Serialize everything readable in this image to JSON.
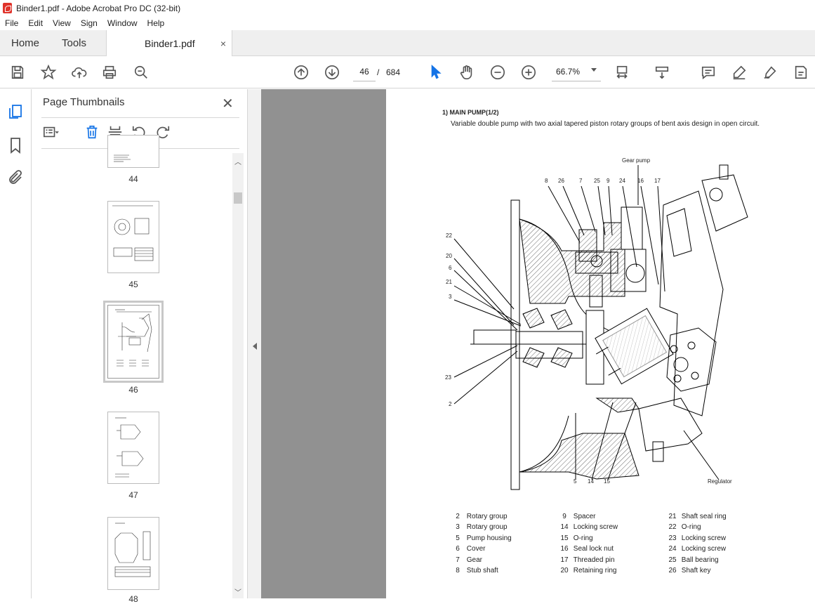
{
  "window": {
    "title": "Binder1.pdf - Adobe Acrobat Pro DC (32-bit)"
  },
  "menu": [
    "File",
    "Edit",
    "View",
    "Sign",
    "Window",
    "Help"
  ],
  "tabs": {
    "home": "Home",
    "tools": "Tools",
    "file": "Binder1.pdf",
    "close": "×"
  },
  "toolbar": {
    "page_current": "46",
    "page_sep": "/",
    "page_total": "684",
    "zoom": "66.7%"
  },
  "thumbnails": {
    "title": "Page Thumbnails",
    "close": "✕",
    "pages": [
      "44",
      "45",
      "46",
      "47",
      "48"
    ],
    "selected": "46"
  },
  "document": {
    "heading": "1)  MAIN PUMP(1/2)",
    "subtitle": "Variable double pump with two axial tapered piston rotary groups of bent axis design in open circuit.",
    "drawing_labels": {
      "gear_pump": "Gear pump",
      "regulator": "Regulator",
      "top": [
        "8",
        "26",
        "7",
        "25",
        "9",
        "24",
        "16",
        "17"
      ],
      "left": [
        "22",
        "20",
        "6",
        "21",
        "3",
        "23",
        "2"
      ],
      "bottom": [
        "5",
        "14",
        "15"
      ]
    },
    "legend": [
      [
        {
          "n": "2",
          "t": "Rotary group"
        },
        {
          "n": "3",
          "t": "Rotary group"
        },
        {
          "n": "5",
          "t": "Pump housing"
        },
        {
          "n": "6",
          "t": "Cover"
        },
        {
          "n": "7",
          "t": "Gear"
        },
        {
          "n": "8",
          "t": "Stub shaft"
        }
      ],
      [
        {
          "n": "9",
          "t": "Spacer"
        },
        {
          "n": "14",
          "t": "Locking screw"
        },
        {
          "n": "15",
          "t": "O-ring"
        },
        {
          "n": "16",
          "t": "Seal lock nut"
        },
        {
          "n": "17",
          "t": "Threaded pin"
        },
        {
          "n": "20",
          "t": "Retaining ring"
        }
      ],
      [
        {
          "n": "21",
          "t": "Shaft seal ring"
        },
        {
          "n": "22",
          "t": "O-ring"
        },
        {
          "n": "23",
          "t": "Locking screw"
        },
        {
          "n": "24",
          "t": "Locking screw"
        },
        {
          "n": "25",
          "t": "Ball bearing"
        },
        {
          "n": "26",
          "t": "Shaft key"
        }
      ]
    ]
  },
  "colors": {
    "acrobat_red": "#e0332b",
    "select_blue": "#1473e6",
    "viewer_bg": "#919191"
  }
}
